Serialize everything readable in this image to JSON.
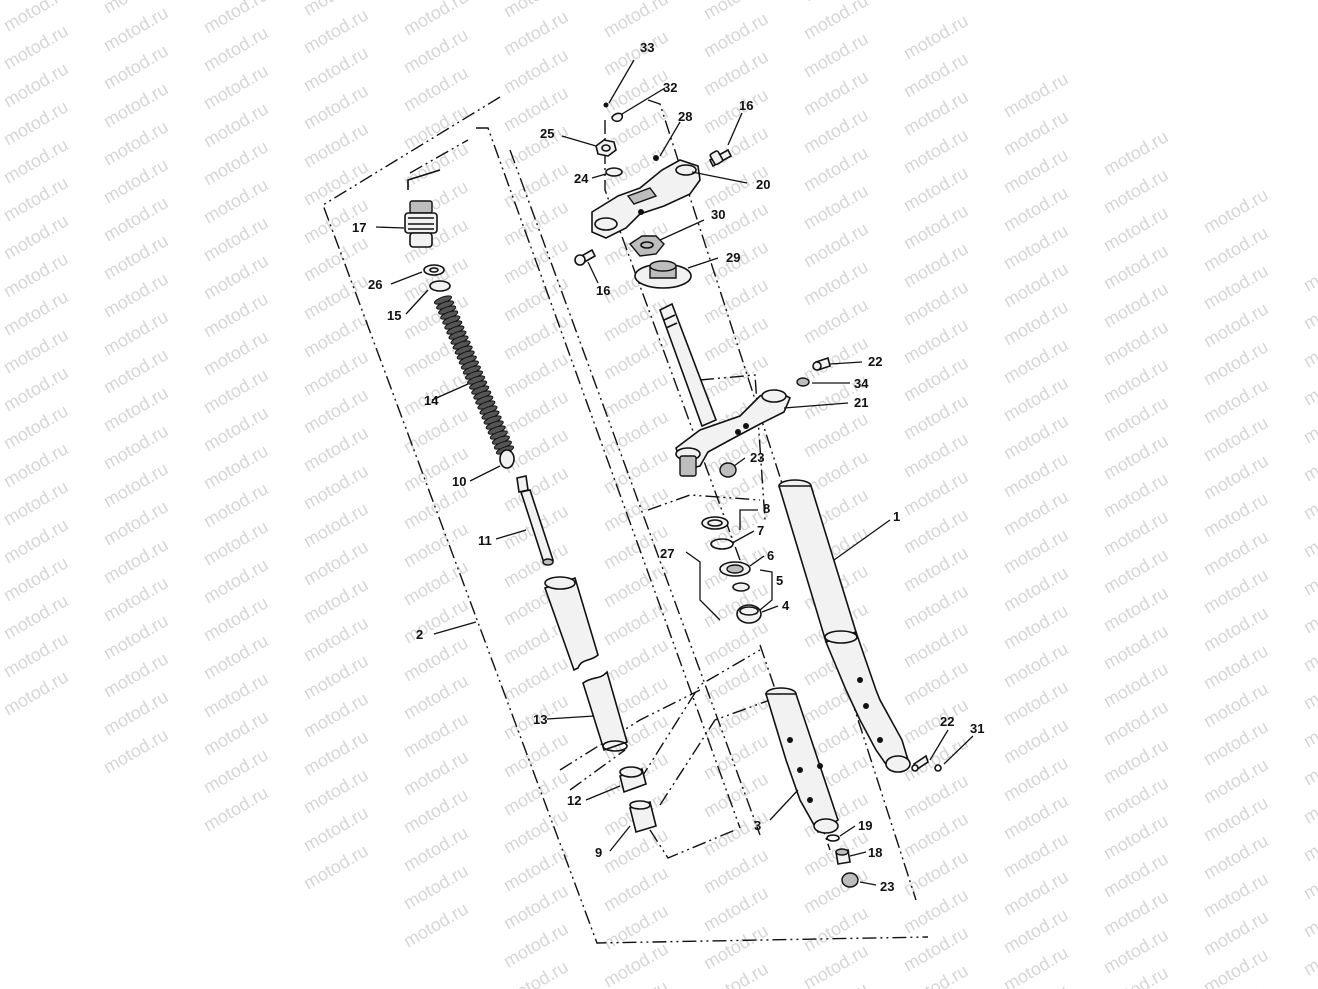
{
  "watermark_text": "motod.ru",
  "colors": {
    "line": "#111111",
    "part_fill": "#f2f2f2",
    "shade": "#bdbdbd",
    "watermark": "#c9c9c9"
  },
  "callouts": [
    {
      "id": "c1",
      "label": "1"
    },
    {
      "id": "c2",
      "label": "2"
    },
    {
      "id": "c3",
      "label": "3"
    },
    {
      "id": "c4",
      "label": "4"
    },
    {
      "id": "c5",
      "label": "5"
    },
    {
      "id": "c6",
      "label": "6"
    },
    {
      "id": "c7",
      "label": "7"
    },
    {
      "id": "c8",
      "label": "8"
    },
    {
      "id": "c9",
      "label": "9"
    },
    {
      "id": "c10",
      "label": "10"
    },
    {
      "id": "c11",
      "label": "11"
    },
    {
      "id": "c12",
      "label": "12"
    },
    {
      "id": "c13",
      "label": "13"
    },
    {
      "id": "c14",
      "label": "14"
    },
    {
      "id": "c15",
      "label": "15"
    },
    {
      "id": "c16a",
      "label": "16"
    },
    {
      "id": "c16b",
      "label": "16"
    },
    {
      "id": "c17",
      "label": "17"
    },
    {
      "id": "c18",
      "label": "18"
    },
    {
      "id": "c19",
      "label": "19"
    },
    {
      "id": "c20",
      "label": "20"
    },
    {
      "id": "c21",
      "label": "21"
    },
    {
      "id": "c22a",
      "label": "22"
    },
    {
      "id": "c22b",
      "label": "22"
    },
    {
      "id": "c23a",
      "label": "23"
    },
    {
      "id": "c23b",
      "label": "23"
    },
    {
      "id": "c24",
      "label": "24"
    },
    {
      "id": "c25",
      "label": "25"
    },
    {
      "id": "c26",
      "label": "26"
    },
    {
      "id": "c27",
      "label": "27"
    },
    {
      "id": "c28",
      "label": "28"
    },
    {
      "id": "c29",
      "label": "29"
    },
    {
      "id": "c30",
      "label": "30"
    },
    {
      "id": "c31",
      "label": "31"
    },
    {
      "id": "c32",
      "label": "32"
    },
    {
      "id": "c33",
      "label": "33"
    },
    {
      "id": "c34",
      "label": "34"
    }
  ]
}
